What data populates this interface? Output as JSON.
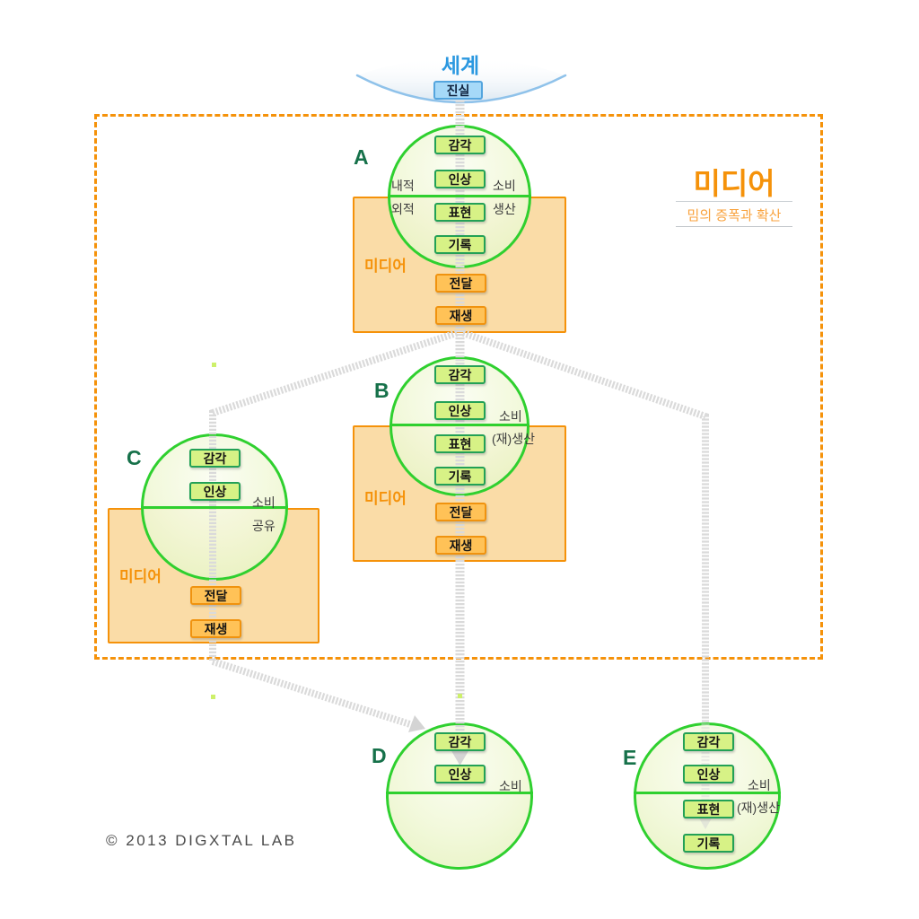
{
  "world": {
    "title": "세계",
    "truth": "진실"
  },
  "frame": {
    "title": "미디어",
    "subtitle": "밈의 증폭과 확산"
  },
  "units": {
    "A": {
      "letter": "A",
      "media_label": "미디어",
      "boxes": {
        "b1": "감각",
        "b2": "인상",
        "b3": "표현",
        "b4": "기록",
        "b5": "전달",
        "b6": "재생"
      },
      "ann": {
        "lt": "내적",
        "lb": "외적",
        "rt": "소비",
        "rb": "생산"
      }
    },
    "B": {
      "letter": "B",
      "media_label": "미디어",
      "boxes": {
        "b1": "감각",
        "b2": "인상",
        "b3": "표현",
        "b4": "기록",
        "b5": "전달",
        "b6": "재생"
      },
      "ann": {
        "rt": "소비",
        "rb": "(재)생산"
      }
    },
    "C": {
      "letter": "C",
      "media_label": "미디어",
      "boxes": {
        "b1": "감각",
        "b2": "인상",
        "b5": "전달",
        "b6": "재생"
      },
      "ann": {
        "rt": "소비",
        "rb": "공유"
      }
    },
    "D": {
      "letter": "D",
      "boxes": {
        "b1": "감각",
        "b2": "인상"
      },
      "ann": {
        "rt": "소비"
      }
    },
    "E": {
      "letter": "E",
      "boxes": {
        "b1": "감각",
        "b2": "인상",
        "b3": "표현",
        "b4": "기록"
      },
      "ann": {
        "rt": "소비",
        "rb": "(재)생산"
      }
    }
  },
  "footer": {
    "copyright": "© 2013 DIGXTAL LAB"
  },
  "colors": {
    "accent_orange": "#F5920A",
    "circle_green": "#2FD02F",
    "green_box_fill": "#D7F286",
    "green_box_border": "#23A156",
    "orange_box_fill": "#FFC257",
    "orange_box_border": "#F0930F",
    "world_blue": "#2B98E0",
    "truth_fill": "#A6D9F8",
    "connector_gray": "#DADADA"
  }
}
